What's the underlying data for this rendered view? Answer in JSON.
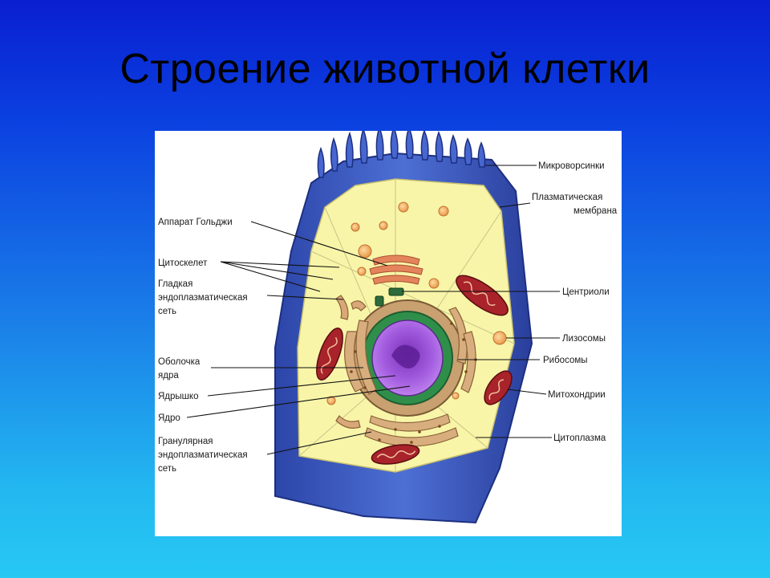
{
  "slide": {
    "title": "Строение животной клетки"
  },
  "labels": {
    "microvilli": "Микроворсинки",
    "plasma_membrane_1": "Плазматическая",
    "plasma_membrane_2": "мембрана",
    "golgi": "Аппарат Гольджи",
    "cytoskeleton": "Цитоскелет",
    "smooth_er_1": "Гладкая",
    "smooth_er_2": "эндоплазматическая",
    "smooth_er_3": "сеть",
    "centrioles": "Центриоли",
    "lysosomes": "Лизосомы",
    "nuclear_envelope_1": "Оболочка",
    "nuclear_envelope_2": "ядра",
    "ribosomes": "Рибосомы",
    "nucleolus": "Ядрышко",
    "mitochondria": "Митохондрии",
    "nucleus": "Ядро",
    "cytoplasm": "Цитоплазма",
    "rough_er_1": "Гранулярная",
    "rough_er_2": "эндоплазматическая",
    "rough_er_3": "сеть"
  },
  "colors": {
    "background_top": "#0a1fd0",
    "background_bottom": "#27c8f4",
    "cell_outer": "#3f5fc4",
    "cytoplasm": "#f7f4a3",
    "nucleus": "#9b4fd0",
    "mitochondria": "#a8232a",
    "golgi": "#e0805a",
    "er": "#c99a6a"
  }
}
